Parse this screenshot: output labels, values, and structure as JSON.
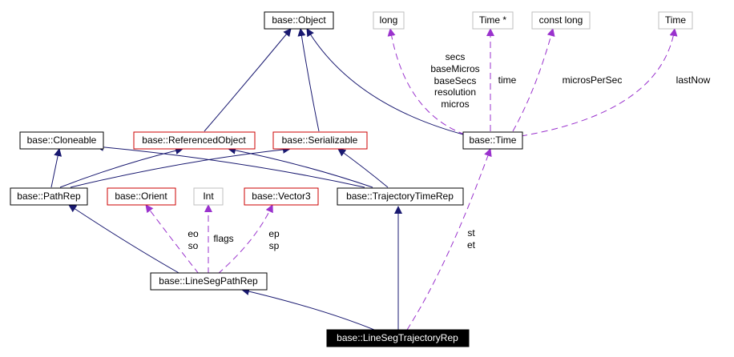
{
  "colors": {
    "inheritance": "#191970",
    "usage": "#9a32cd",
    "node_border_black": "#000000",
    "node_border_red": "#cc0000",
    "node_border_gray": "#bfbfbf",
    "highlight_fill": "#000000",
    "highlight_text": "#ffffff"
  },
  "nodes": {
    "object": "base::Object",
    "long": "long",
    "time_ptr": "Time *",
    "const_long": "const long",
    "time_t": "Time",
    "cloneable": "base::Cloneable",
    "referenced": "base::ReferencedObject",
    "serializable": "base::Serializable",
    "time": "base::Time",
    "pathrep": "base::PathRep",
    "orient": "base::Orient",
    "int": "Int",
    "vector3": "base::Vector3",
    "trajtimerep": "base::TrajectoryTimeRep",
    "linesegpathrep": "base::LineSegPathRep",
    "linesegtrajrep": "base::LineSegTrajectoryRep"
  },
  "edge_labels": {
    "long_members": [
      "secs",
      "baseMicros",
      "baseSecs",
      "resolution",
      "micros"
    ],
    "time_ptr_member": "time",
    "const_long_member": "microsPerSec",
    "time_member": "lastNow",
    "orient_members": [
      "eo",
      "so"
    ],
    "int_member": "flags",
    "vector3_members": [
      "ep",
      "sp"
    ],
    "time_rel_members": [
      "st",
      "et"
    ]
  }
}
